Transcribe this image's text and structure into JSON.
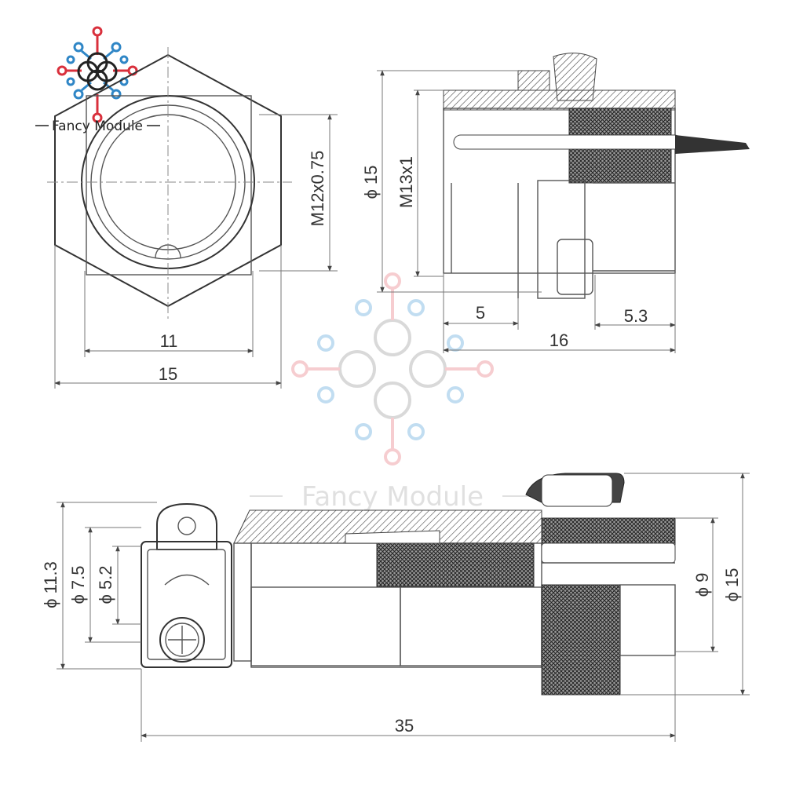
{
  "brand": {
    "name": "Fancy Module"
  },
  "watermark": {
    "text": "Fancy Module"
  },
  "front_view": {
    "thread": "M12x0.75",
    "inner_width": "11",
    "outer_width": "15"
  },
  "side_view": {
    "diameter": "ϕ 15",
    "thread": "M13x1",
    "length_a": "5",
    "length_b": "5.3",
    "length_total": "16"
  },
  "plug_view": {
    "d1": "ϕ 11.3",
    "d2": "ϕ 7.5",
    "d3": "ϕ 5.2",
    "d4": "ϕ 9",
    "d5": "ϕ 15",
    "length_total": "35"
  },
  "colors": {
    "logo_red": "#d9303c",
    "logo_blue": "#2f86c6",
    "ink": "#333333"
  }
}
